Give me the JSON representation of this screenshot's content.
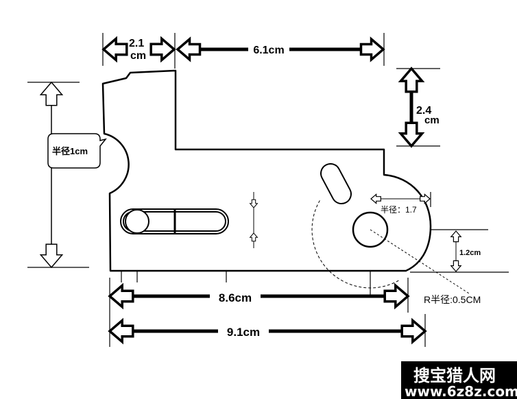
{
  "dimensions": {
    "tab_width": {
      "value": "2.1",
      "unit": "cm"
    },
    "upper_length": "6.1cm",
    "step_height": {
      "value": "2.4",
      "unit": "cm"
    },
    "notch_radius": "半径1cm",
    "end_radius": "半径：1.7",
    "hole_offset": "1.2cm",
    "hole_radius": "R半径:0.5CM",
    "inner_length": "8.6cm",
    "overall_length": "9.1cm"
  },
  "watermark": {
    "name": "搜宝猎人网",
    "url": "www.6z8z.com"
  }
}
